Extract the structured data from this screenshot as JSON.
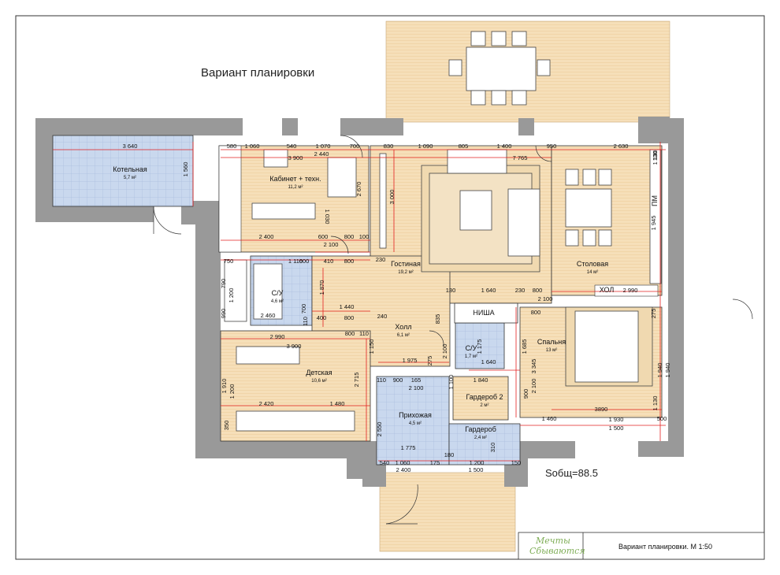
{
  "title": "Вариант планировки",
  "area_total": "Sобщ=88.5",
  "stamp": "Вариант планировки. М 1:50",
  "logo": {
    "line1": "Мечты",
    "line2": "Сбываются"
  },
  "rooms": [
    {
      "id": "kotelnaya",
      "name": "Котельная",
      "area": "5,7 м²"
    },
    {
      "id": "kabinet",
      "name": "Кабинет + техн.",
      "area": "11,2 м²"
    },
    {
      "id": "gostinaya",
      "name": "Гостиная",
      "area": "19,2 м²"
    },
    {
      "id": "stolovaya",
      "name": "Столовая",
      "area": "14 м²"
    },
    {
      "id": "su1",
      "name": "С/У",
      "area": "4,6 м²"
    },
    {
      "id": "holl",
      "name": "Холл",
      "area": "6,1 м²"
    },
    {
      "id": "su2",
      "name": "С/У",
      "area": "1,7 м²"
    },
    {
      "id": "spalnya",
      "name": "Спальня",
      "area": "13 м²"
    },
    {
      "id": "detskaya",
      "name": "Детская",
      "area": "10,6 м²"
    },
    {
      "id": "garderob2",
      "name": "Гардероб 2",
      "area": "2 м²"
    },
    {
      "id": "prihozhaya",
      "name": "Прихожая",
      "area": "4,5 м²"
    },
    {
      "id": "garderob",
      "name": "Гардероб",
      "area": "2,4 м²"
    },
    {
      "id": "nisha",
      "name": "НИША",
      "area": ""
    },
    {
      "id": "hol",
      "name": "ХОЛ",
      "area": ""
    },
    {
      "id": "pm",
      "name": "ПМ",
      "area": ""
    }
  ],
  "dims": [
    "3 640",
    "1 560",
    "580",
    "1 060",
    "540",
    "1 070",
    "3 900",
    "2 440",
    "700",
    "830",
    "1 090",
    "805",
    "1 400",
    "7 765",
    "950",
    "2 630",
    "130",
    "3 000",
    "2 670",
    "2 400",
    "1 030",
    "600",
    "800",
    "100",
    "2 100",
    "750",
    "1 110",
    "600",
    "410",
    "800",
    "230",
    "1 870",
    "1 200",
    "790",
    "990",
    "700",
    "2 460",
    "110",
    "1 440",
    "400",
    "800",
    "240",
    "835",
    "2 990",
    "800",
    "110",
    "3 900",
    "1 150",
    "1 975",
    "275",
    "2 100",
    "1 175",
    "1 640",
    "1 685",
    "130",
    "1 640",
    "230",
    "800",
    "2 100",
    "2 990",
    "275",
    "800",
    "1 940",
    "1 940",
    "3 345",
    "900",
    "2 100",
    "1 910",
    "1 200",
    "2 715",
    "2 420",
    "1 480",
    "350",
    "110",
    "900",
    "165",
    "1 100",
    "1 840",
    "2 100",
    "2 550",
    "1 775",
    "540",
    "1 060",
    "175",
    "2 400",
    "180",
    "1 200",
    "1 500",
    "310",
    "150",
    "1 460",
    "1 930",
    "1 500",
    "500",
    "3890",
    "1 130",
    "1 945",
    "1 130"
  ]
}
